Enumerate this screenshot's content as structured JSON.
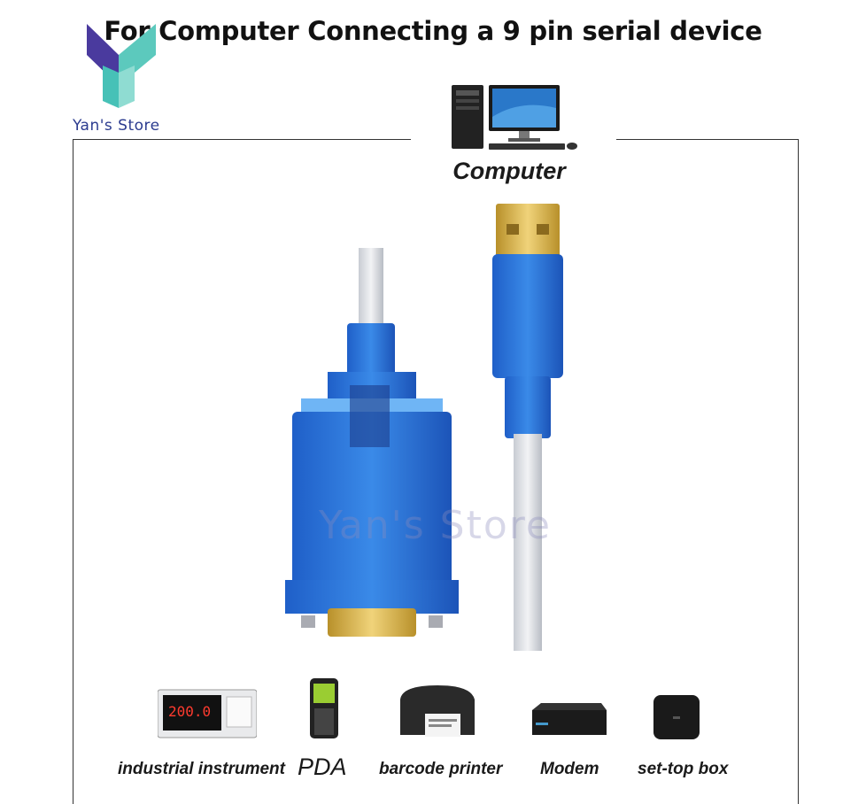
{
  "header": {
    "title": "For Computer Connecting a 9 pin serial device"
  },
  "brand": {
    "store_name": "Yan's Store",
    "watermark": "Yan's Store",
    "colors": {
      "logo_purple": "#5a3fa8",
      "logo_teal": "#3fc2b5"
    }
  },
  "computer": {
    "label": "Computer",
    "icon": "desktop-computer-icon"
  },
  "cable": {
    "usb_end": "usb-a-connector-icon",
    "serial_end": "db9-connector-icon",
    "colors": {
      "connector_blue": "#2f6fd6",
      "cable_silver": "#d9dde3",
      "gold": "#d9b24a"
    }
  },
  "devices": [
    {
      "label": "industrial instrument",
      "icon": "industrial-instrument-icon",
      "display": "200.0"
    },
    {
      "label": "PDA",
      "icon": "pda-icon"
    },
    {
      "label": "barcode printer",
      "icon": "barcode-printer-icon"
    },
    {
      "label": "Modem",
      "icon": "modem-icon"
    },
    {
      "label": "set-top box",
      "icon": "set-top-box-icon"
    }
  ]
}
